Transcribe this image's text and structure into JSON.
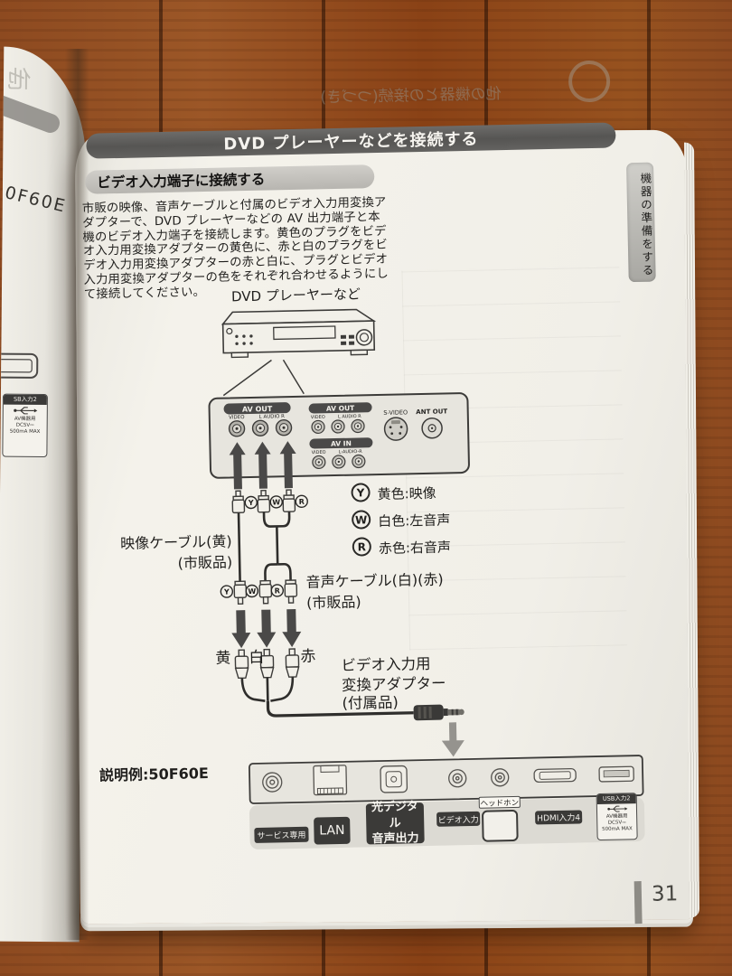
{
  "header": {
    "show_through_title": "他の機器との接続(つづき)",
    "title": "DVD プレーヤーなどを接続する",
    "section_title": "ビデオ入力端子に接続する",
    "side_tab": "機器の準備をする"
  },
  "intro_lines": [
    "市販の映像、音声ケーブルと付属のビデオ入力用変換ア",
    "ダプターで、DVD プレーヤーなどの AV 出力端子と本",
    "機のビデオ入力端子を接続します。黄色のプラグをビデ",
    "オ入力用変換アダプターの黄色に、赤と白のプラグをビ",
    "デオ入力用変換アダプターの赤と白に、プラグとビデオ",
    "入力用変換アダプターの色をそれぞれ合わせるようにし",
    "て接続してください。"
  ],
  "diagram": {
    "player_label": "DVD プレーヤーなど",
    "rear_panel": {
      "av_out_left": "AV OUT",
      "video_left": "VIDEO",
      "audio_left": "L AUDIO R",
      "av_out_mid": "AV OUT",
      "video_mid": "VIDEO",
      "audio_mid": "L AUDIO R",
      "av_in": "AV IN",
      "video_in": "VIDEO",
      "audio_in": "L-AUDIO-R",
      "s_video": "S-VIDEO",
      "ant_out": "ANT OUT"
    },
    "legend": [
      {
        "symbol": "Y",
        "text": "黄色:映像"
      },
      {
        "symbol": "W",
        "text": "白色:左音声"
      },
      {
        "symbol": "R",
        "text": "赤色:右音声"
      }
    ],
    "upper_plug_marks": [
      "Y",
      "W",
      "R"
    ],
    "lower_plug_marks": [
      "Y",
      "W",
      "R"
    ],
    "video_cable_label_1": "映像ケーブル(黄)",
    "video_cable_label_2": "(市販品)",
    "audio_cable_label_1": "音声ケーブル(白)(赤)",
    "audio_cable_label_2": "(市販品)",
    "adapter_plug_colors": [
      "黄",
      "白",
      "赤"
    ],
    "adapter_label_1": "ビデオ入力用",
    "adapter_label_2": "変換アダプター",
    "adapter_label_3": "(付属品)"
  },
  "example_label": "説明例:50F60E",
  "tv_panel": {
    "service": "サービス専用",
    "lan": "LAN",
    "optical_1": "光デジタル",
    "optical_2": "音声出力",
    "video_in": "ビデオ入力",
    "headphone": "ヘッドホン",
    "hdmi": "HDMI入力4",
    "usb": "USB入力2",
    "usb_sub_1": "AV機器用",
    "usb_sub_2": "DC5V⎓",
    "usb_sub_3": "500mA MAX"
  },
  "left_page": {
    "model_fragment": "0F60E",
    "usb_badge_title": "SB入力2",
    "show_through_char": "他"
  },
  "page_number": "31",
  "colors": {
    "title_bar": "#5f5e5c",
    "section_bar": "#c7c5c0",
    "badge_dark": "#3b3a38",
    "arrow_dark": "#4a4948",
    "arrow_gray": "#95938e",
    "paper": "#f1efe8",
    "wood": "#8d4a20"
  }
}
